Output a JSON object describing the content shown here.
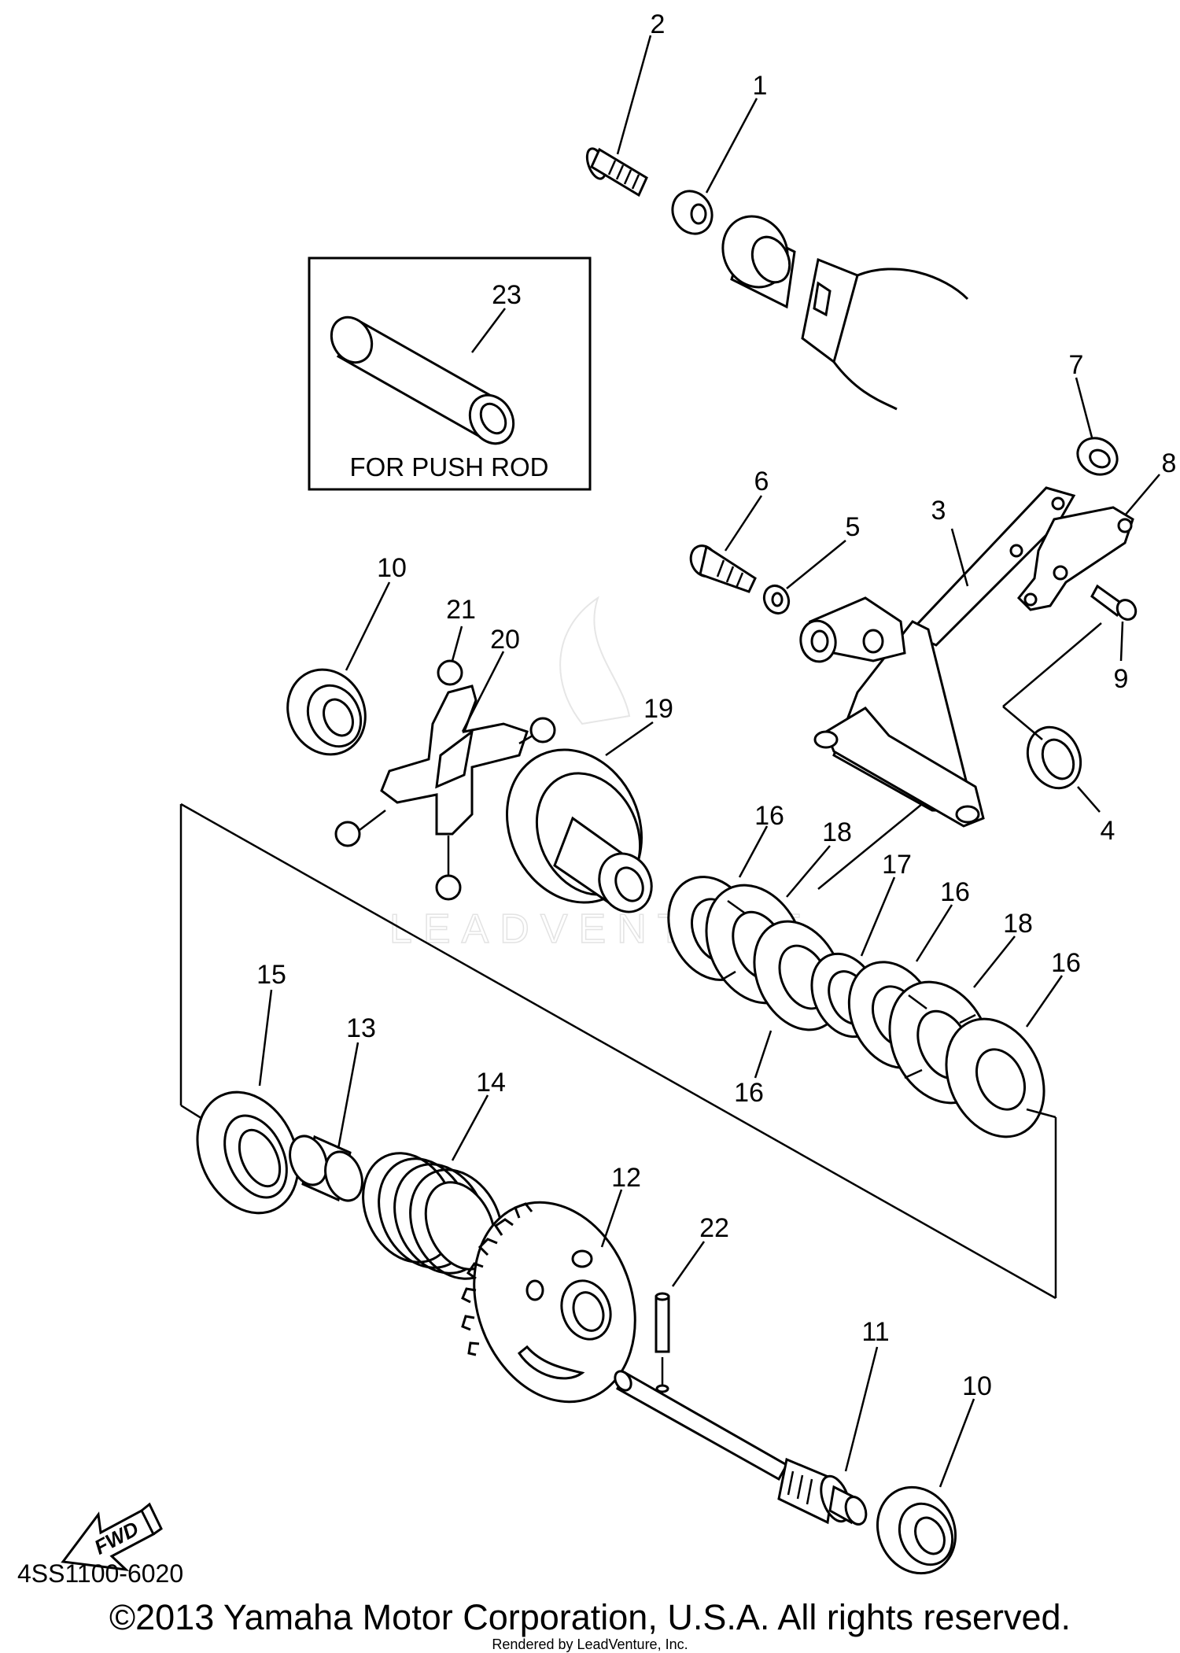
{
  "box": {
    "label": "FOR PUSH ROD"
  },
  "callouts": {
    "n1": "1",
    "n2": "2",
    "n3": "3",
    "n4": "4",
    "n5": "5",
    "n6": "6",
    "n7": "7",
    "n8": "8",
    "n9": "9",
    "n10a": "10",
    "n10b": "10",
    "n11": "11",
    "n12": "12",
    "n13": "13",
    "n14": "14",
    "n15": "15",
    "n16a": "16",
    "n16b": "16",
    "n16c": "16",
    "n16d": "16",
    "n17": "17",
    "n18a": "18",
    "n18b": "18",
    "n19": "19",
    "n20": "20",
    "n21": "21",
    "n22": "22",
    "n23": "23"
  },
  "fwd_arrow": {
    "label": "FWD"
  },
  "watermark": {
    "text": "LEADVENTURE"
  },
  "part_code": "4SS1100-6020",
  "copyright": "©2013 Yamaha Motor Corporation, U.S.A. All rights reserved.",
  "rendered_by": "Rendered by LeadVenture, Inc."
}
